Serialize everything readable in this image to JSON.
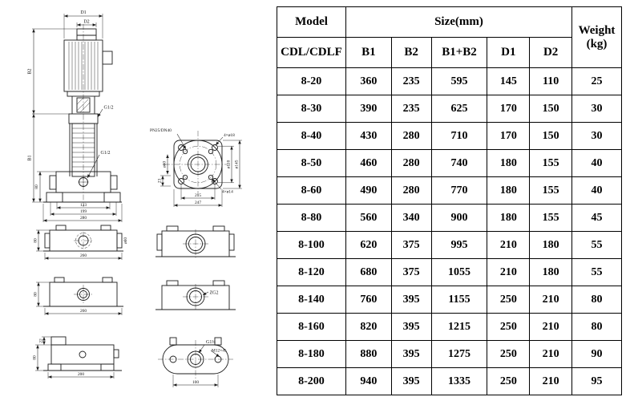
{
  "table": {
    "header": {
      "model": "Model",
      "size": "Size(mm)",
      "weight": "Weight",
      "weight_unit": "(kg)",
      "model_series": "CDL/CDLF",
      "size_cols": [
        "B1",
        "B2",
        "B1+B2",
        "D1",
        "D2"
      ]
    },
    "rows": [
      [
        "8-20",
        "360",
        "235",
        "595",
        "145",
        "110",
        "25"
      ],
      [
        "8-30",
        "390",
        "235",
        "625",
        "170",
        "150",
        "30"
      ],
      [
        "8-40",
        "430",
        "280",
        "710",
        "170",
        "150",
        "30"
      ],
      [
        "8-50",
        "460",
        "280",
        "740",
        "180",
        "155",
        "40"
      ],
      [
        "8-60",
        "490",
        "280",
        "770",
        "180",
        "155",
        "40"
      ],
      [
        "8-80",
        "560",
        "340",
        "900",
        "180",
        "155",
        "45"
      ],
      [
        "8-100",
        "620",
        "375",
        "995",
        "210",
        "180",
        "55"
      ],
      [
        "8-120",
        "680",
        "375",
        "1055",
        "210",
        "180",
        "55"
      ],
      [
        "8-140",
        "760",
        "395",
        "1155",
        "250",
        "210",
        "80"
      ],
      [
        "8-160",
        "820",
        "395",
        "1215",
        "250",
        "210",
        "80"
      ],
      [
        "8-180",
        "880",
        "395",
        "1275",
        "250",
        "210",
        "90"
      ],
      [
        "8-200",
        "940",
        "395",
        "1335",
        "250",
        "210",
        "95"
      ]
    ]
  },
  "diagram": {
    "labels": {
      "d1": "D1",
      "d2": "D2",
      "b2": "B2",
      "b1": "B1",
      "dim80_base": "80",
      "g12_upper": "G1/2",
      "g12_lower": "G1/2",
      "dim133": "133",
      "dim199": "199",
      "dim280": "280",
      "flange_spec": "PN25/DN40",
      "holes_top": "4×ø18",
      "holes_bottom": "4×ø14",
      "dia60_flange": "ø60",
      "dia110": "ø110",
      "dia145": "ø145",
      "dim23": "23",
      "dim215": "215",
      "dim247": "247",
      "viewA_dim80": "80",
      "viewA_dia60": "ø60",
      "viewA_dim260": "260",
      "viewB_dim80": "80",
      "viewB_dim260": "260",
      "viewC_dim22": "22",
      "viewC_dim80": "80",
      "viewC_dim200": "200",
      "zg2": "ZG2",
      "g114": "G1¼",
      "m12x45": "M12×45",
      "dim100": "100"
    }
  }
}
